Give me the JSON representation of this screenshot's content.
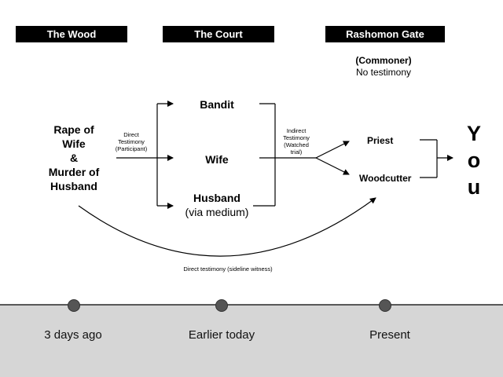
{
  "headers": {
    "wood": "The Wood",
    "court": "The Court",
    "gate": "Rashomon Gate"
  },
  "commoner": {
    "title": "(Commoner)",
    "note": "No testimony"
  },
  "event": {
    "line1": "Rape of",
    "line2": "Wife",
    "line3": "&",
    "line4": "Murder of",
    "line5": "Husband"
  },
  "labels": {
    "direct_testimony": [
      "Direct",
      "Testimony",
      "(Participant)"
    ],
    "indirect_testimony": [
      "Indirect",
      "Testimony",
      "(Watched",
      "trial)"
    ],
    "sideline": "Direct testimony (sideline witness)"
  },
  "court_witnesses": {
    "bandit": "Bandit",
    "wife": "Wife",
    "husband": "Husband",
    "husband_note": "(via medium)"
  },
  "gate_witnesses": {
    "priest": "Priest",
    "woodcutter": "Woodcutter"
  },
  "you": [
    "Y",
    "o",
    "u"
  ],
  "timeline": {
    "points": [
      "3 days ago",
      "Earlier today",
      "Present"
    ]
  }
}
